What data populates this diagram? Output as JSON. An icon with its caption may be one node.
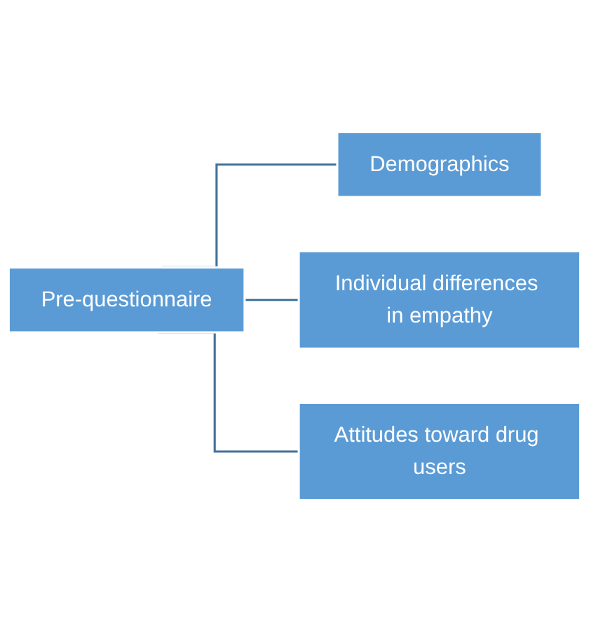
{
  "diagram": {
    "nodes": [
      {
        "text": [
          "Pre-questionnaire"
        ]
      },
      {
        "text": [
          "Demographics"
        ]
      },
      {
        "text": [
          "Individual differences in empathy"
        ]
      },
      {
        "text": [
          "Attitudes toward drug users"
        ]
      }
    ],
    "edges": [
      {
        "from": 0,
        "to": 1,
        "arrow": "none"
      },
      {
        "from": 0,
        "to": 2,
        "arrow": "none"
      },
      {
        "from": 0,
        "to": 3,
        "arrow": "none"
      }
    ]
  }
}
